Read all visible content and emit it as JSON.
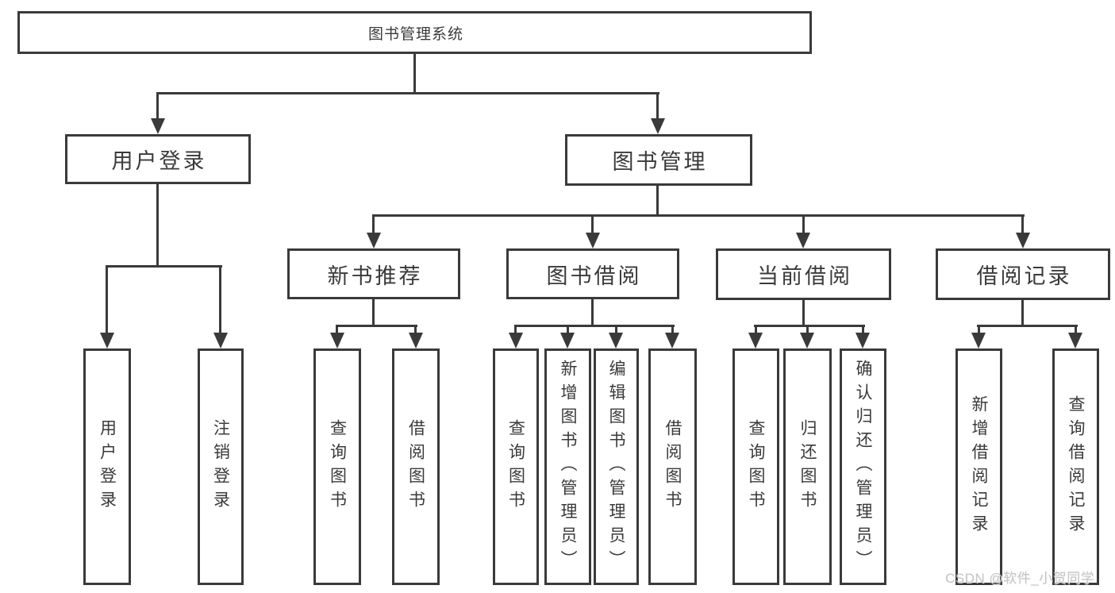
{
  "diagram": {
    "root": {
      "label": "图书管理系统"
    },
    "level2": [
      {
        "label": "用户登录",
        "children": [
          {
            "label": "用户登录"
          },
          {
            "label": "注销登录"
          }
        ]
      },
      {
        "label": "图书管理",
        "children": [
          {
            "label": "新书推荐",
            "children": [
              {
                "label": "查询图书"
              },
              {
                "label": "借阅图书"
              }
            ]
          },
          {
            "label": "图书借阅",
            "children": [
              {
                "label": "查询图书"
              },
              {
                "label": "新增图书（管理员）"
              },
              {
                "label": "编辑图书（管理员）"
              },
              {
                "label": "借阅图书"
              }
            ]
          },
          {
            "label": "当前借阅",
            "children": [
              {
                "label": "查询图书"
              },
              {
                "label": "归还图书"
              },
              {
                "label": "确认归还（管理员）"
              }
            ]
          },
          {
            "label": "借阅记录",
            "children": [
              {
                "label": "新增借阅记录"
              },
              {
                "label": "查询借阅记录"
              }
            ]
          }
        ]
      }
    ]
  },
  "watermark": {
    "text": "CSDN @软件_小贺同学"
  },
  "colors": {
    "line": "#3a3a3a",
    "text": "#3a3a3a",
    "background": "#ffffff",
    "watermark_text": "#bfbfbf"
  }
}
